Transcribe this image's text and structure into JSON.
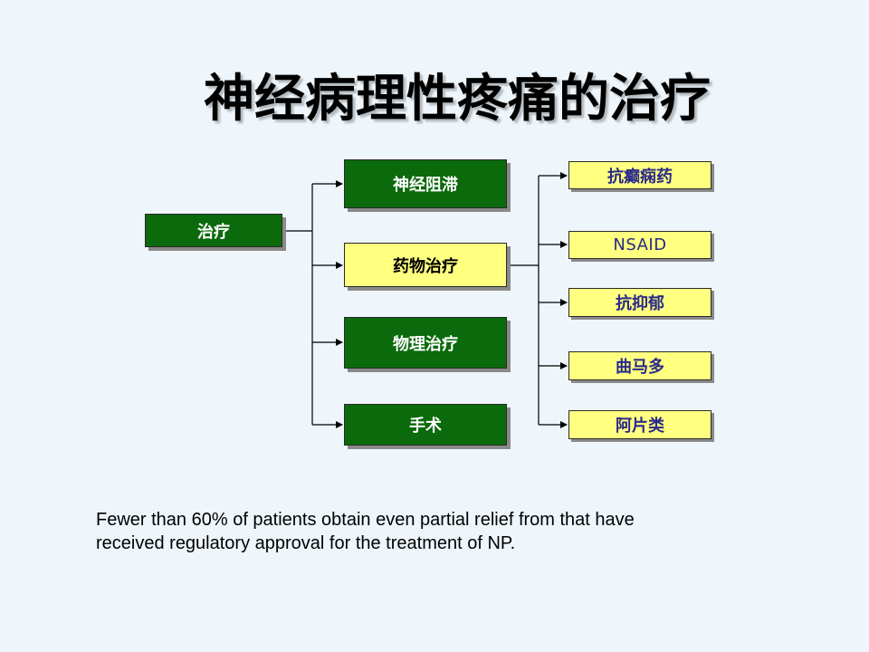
{
  "title": "神经病理性疼痛的治疗",
  "diagram": {
    "root": {
      "label": "治疗"
    },
    "level1": [
      {
        "label": "神经阻滞",
        "style": "green"
      },
      {
        "label": "药物治疗",
        "style": "yellow"
      },
      {
        "label": "物理治疗",
        "style": "green"
      },
      {
        "label": "手术",
        "style": "green"
      }
    ],
    "level2": [
      {
        "label": "抗癫痫药"
      },
      {
        "label": "NSAID"
      },
      {
        "label": "抗抑郁"
      },
      {
        "label": "曲马多"
      },
      {
        "label": "阿片类"
      }
    ],
    "colors": {
      "background": "#eef6fc",
      "green": "#0b6a0b",
      "yellow": "#ffff80",
      "small_text": "#2a2a8a"
    }
  },
  "caption": {
    "line1": "Fewer than 60% of patients obtain even partial relief from  that have",
    "line2": "received regulatory approval for the treatment of NP."
  }
}
